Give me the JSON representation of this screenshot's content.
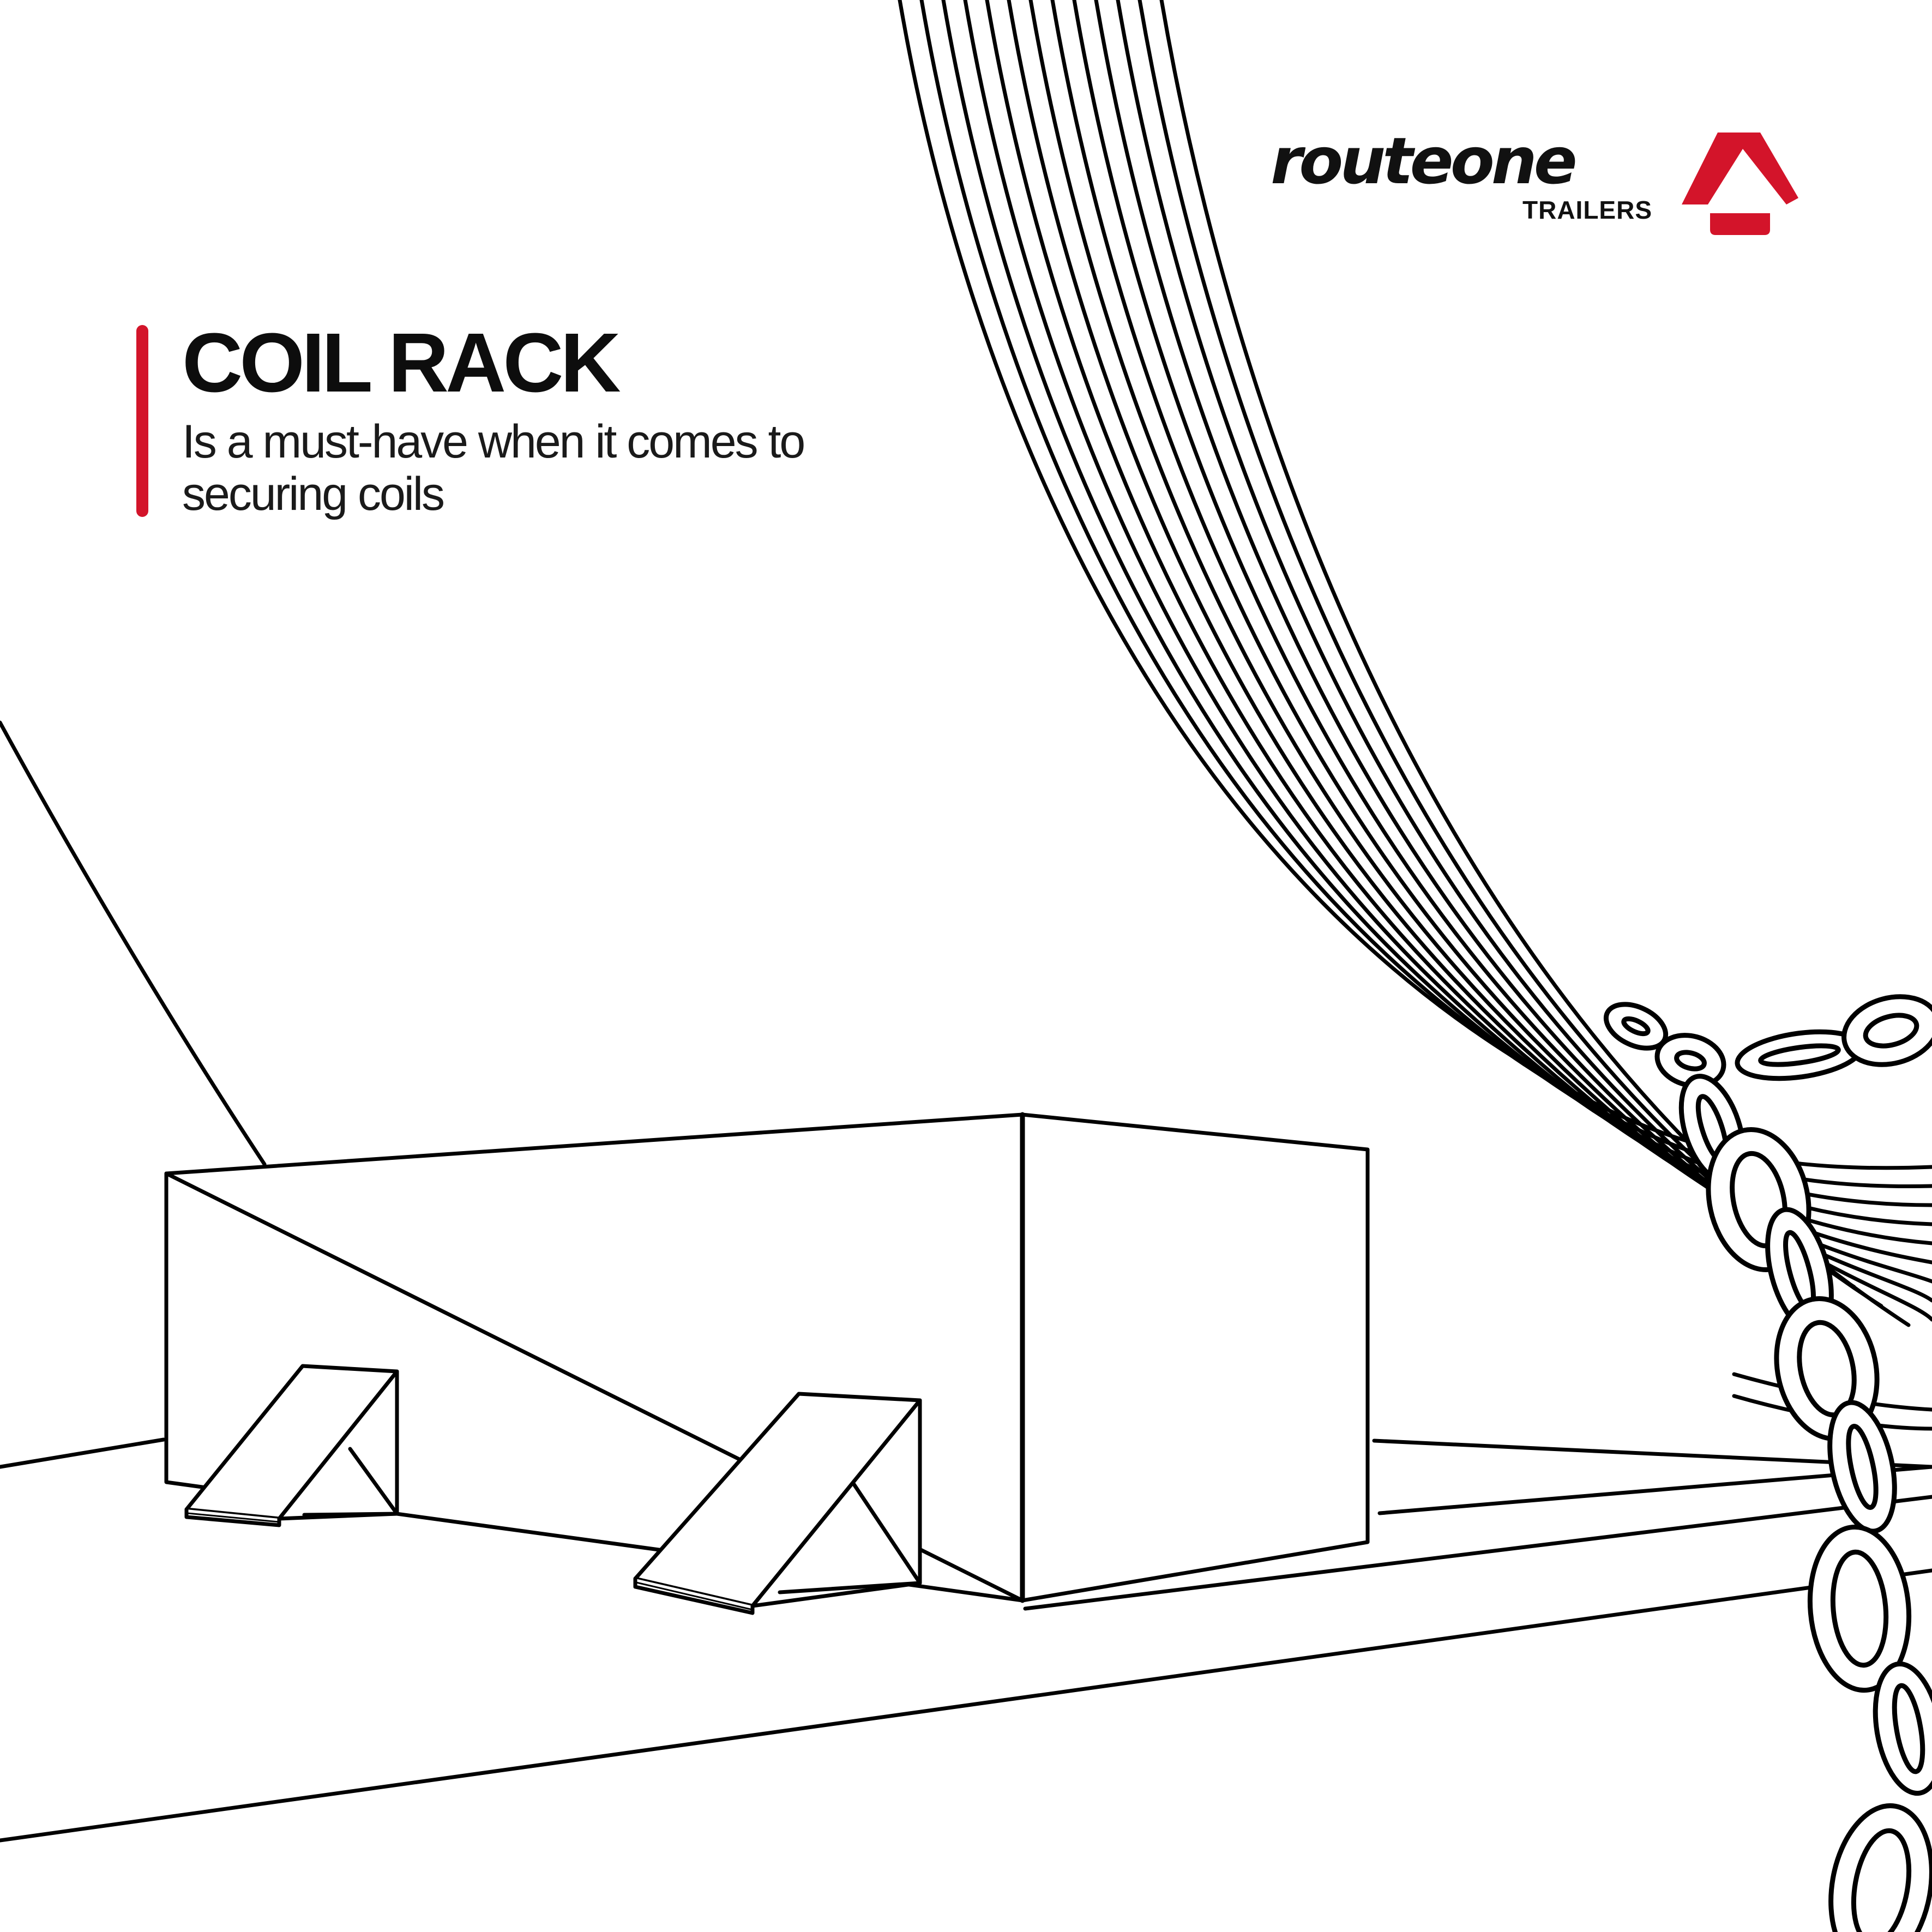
{
  "brand": {
    "wordmark": "routeone",
    "tagline": "TRAILERS",
    "mark_icon": "roof-house-icon",
    "accent_color": "#d3142a"
  },
  "headline": {
    "title": "COIL RACK",
    "subtitle": "Is a must-have when it comes to securing coils"
  },
  "illustration": {
    "style": "black line art on white",
    "line_color": "#000000",
    "background_color": "#ffffff",
    "objects": [
      "steel-coil-icon",
      "coil-rack-block-icon",
      "wedge-chock-icon",
      "chain-icon",
      "trailer-deck-icon"
    ]
  }
}
